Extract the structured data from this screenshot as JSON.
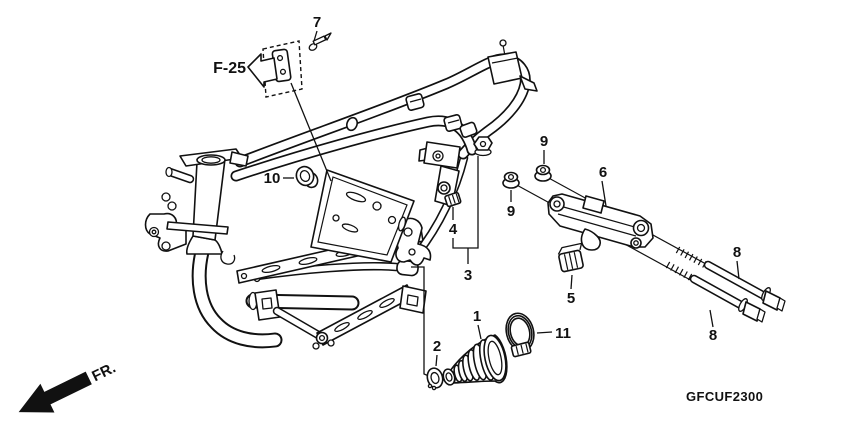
{
  "diagram": {
    "code": "GFCUF2300",
    "front_indicator": "FR.",
    "frame_ref": "F-25",
    "colors": {
      "background": "#ffffff",
      "line": "#111111"
    },
    "callouts": {
      "c1": "1",
      "c2": "2",
      "c3": "3",
      "c4": "4",
      "c5": "5",
      "c6": "6",
      "c7": "7",
      "c8_upper": "8",
      "c8_lower": "8",
      "c9_upper": "9",
      "c9_lower": "9",
      "c10": "10",
      "c11": "11"
    }
  }
}
